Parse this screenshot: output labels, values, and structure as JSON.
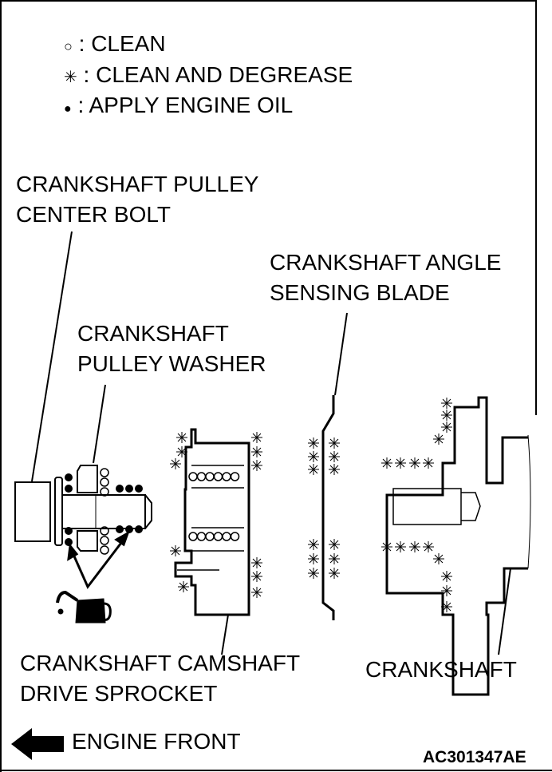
{
  "legend": [
    {
      "symbol": "○",
      "text": ": CLEAN",
      "icon": "open-circle-icon"
    },
    {
      "symbol": "✳",
      "text": ": CLEAN AND DEGREASE",
      "icon": "asterisk-icon"
    },
    {
      "symbol": "●",
      "text": ": APPLY ENGINE OIL",
      "icon": "filled-dot-icon"
    }
  ],
  "labels": {
    "center_bolt": [
      "CRANKSHAFT PULLEY",
      "CENTER BOLT"
    ],
    "angle_blade": [
      "CRANKSHAFT ANGLE",
      "SENSING BLADE"
    ],
    "washer": [
      "CRANKSHAFT",
      "PULLEY WASHER"
    ],
    "sprocket": [
      "CRANKSHAFT CAMSHAFT",
      "DRIVE SPROCKET"
    ],
    "crankshaft": "CRANKSHAFT",
    "engine_front": "ENGINE FRONT"
  },
  "figure_code": "AC301347AE"
}
